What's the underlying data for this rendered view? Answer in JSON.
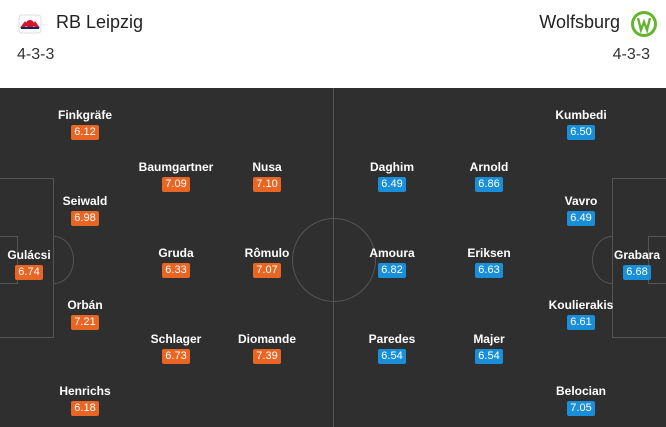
{
  "home": {
    "name": "RB Leipzig",
    "formation": "4-3-3",
    "rating_color": "#e86524",
    "players": [
      {
        "name": "Gulácsi",
        "rating": "6.74"
      },
      {
        "name": "Finkgräfe",
        "rating": "6.12"
      },
      {
        "name": "Seiwald",
        "rating": "6.98"
      },
      {
        "name": "Orbán",
        "rating": "7.21"
      },
      {
        "name": "Henrichs",
        "rating": "6.18"
      },
      {
        "name": "Baumgartner",
        "rating": "7.09"
      },
      {
        "name": "Gruda",
        "rating": "6.33"
      },
      {
        "name": "Schlager",
        "rating": "6.73"
      },
      {
        "name": "Nusa",
        "rating": "7.10"
      },
      {
        "name": "Rômulo",
        "rating": "7.07"
      },
      {
        "name": "Diomande",
        "rating": "7.39"
      }
    ]
  },
  "away": {
    "name": "Wolfsburg",
    "formation": "4-3-3",
    "rating_color": "#1a8fd9",
    "players": [
      {
        "name": "Daghim",
        "rating": "6.49"
      },
      {
        "name": "Amoura",
        "rating": "6.82"
      },
      {
        "name": "Paredes",
        "rating": "6.54"
      },
      {
        "name": "Arnold",
        "rating": "6.86"
      },
      {
        "name": "Eriksen",
        "rating": "6.63"
      },
      {
        "name": "Majer",
        "rating": "6.54"
      },
      {
        "name": "Kumbedi",
        "rating": "6.50"
      },
      {
        "name": "Vavro",
        "rating": "6.49"
      },
      {
        "name": "Koulierakis",
        "rating": "6.61"
      },
      {
        "name": "Belocian",
        "rating": "7.05"
      },
      {
        "name": "Grabara",
        "rating": "6.68"
      }
    ]
  },
  "pitch_color": "#2f2f2f"
}
